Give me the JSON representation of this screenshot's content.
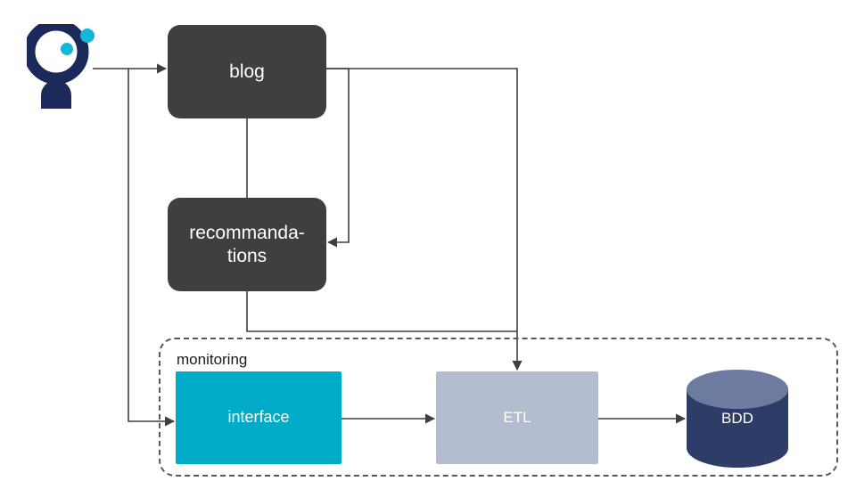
{
  "diagram": {
    "title": "blog / recommandations / monitoring architecture",
    "background": "#ffffff",
    "colors": {
      "dark_node": "#403F3F",
      "cyan_node": "#00ABC8",
      "grey_node": "#B4BCCF",
      "db_body": "#2E3C68",
      "db_top": "#6E7BA0",
      "logo_navy": "#1B2A5B",
      "logo_cyan": "#14B7D8",
      "edge": "#3F3F3F",
      "group_border": "#595959",
      "label_text": "#1a1a1a",
      "node_text": "#ffffff"
    },
    "logo": {
      "name": "brand-person-logo",
      "navy": "#1B2A5B",
      "cyan": "#14B7D8"
    },
    "nodes": [
      {
        "id": "blog",
        "label": "blog",
        "shape": "rounded-rect",
        "style": "dark"
      },
      {
        "id": "recommandations",
        "label": "recommanda-\ntions",
        "shape": "rounded-rect",
        "style": "dark"
      },
      {
        "id": "interface",
        "label": "interface",
        "shape": "rect",
        "style": "cyan"
      },
      {
        "id": "etl",
        "label": "ETL",
        "shape": "rect",
        "style": "grey"
      },
      {
        "id": "bdd",
        "label": "BDD",
        "shape": "cylinder",
        "style": "database"
      }
    ],
    "group": {
      "id": "monitoring",
      "label": "monitoring",
      "style": "dashed-rounded-rect"
    },
    "edges": [
      {
        "from": "user",
        "to": "blog",
        "arrow": true
      },
      {
        "from": "blog",
        "to": "recommandations",
        "arrow": false
      },
      {
        "from": "blog",
        "to": "recommandations",
        "arrow": true,
        "route": "right-loop"
      },
      {
        "from": "blog",
        "to": "etl",
        "arrow": true,
        "route": "far-right-down"
      },
      {
        "from": "recommandations",
        "to": "etl",
        "arrow": true,
        "route": "down-right"
      },
      {
        "from": "user",
        "to": "interface",
        "arrow": true,
        "route": "left-down"
      },
      {
        "from": "interface",
        "to": "etl",
        "arrow": true
      },
      {
        "from": "etl",
        "to": "bdd",
        "arrow": true
      }
    ]
  }
}
